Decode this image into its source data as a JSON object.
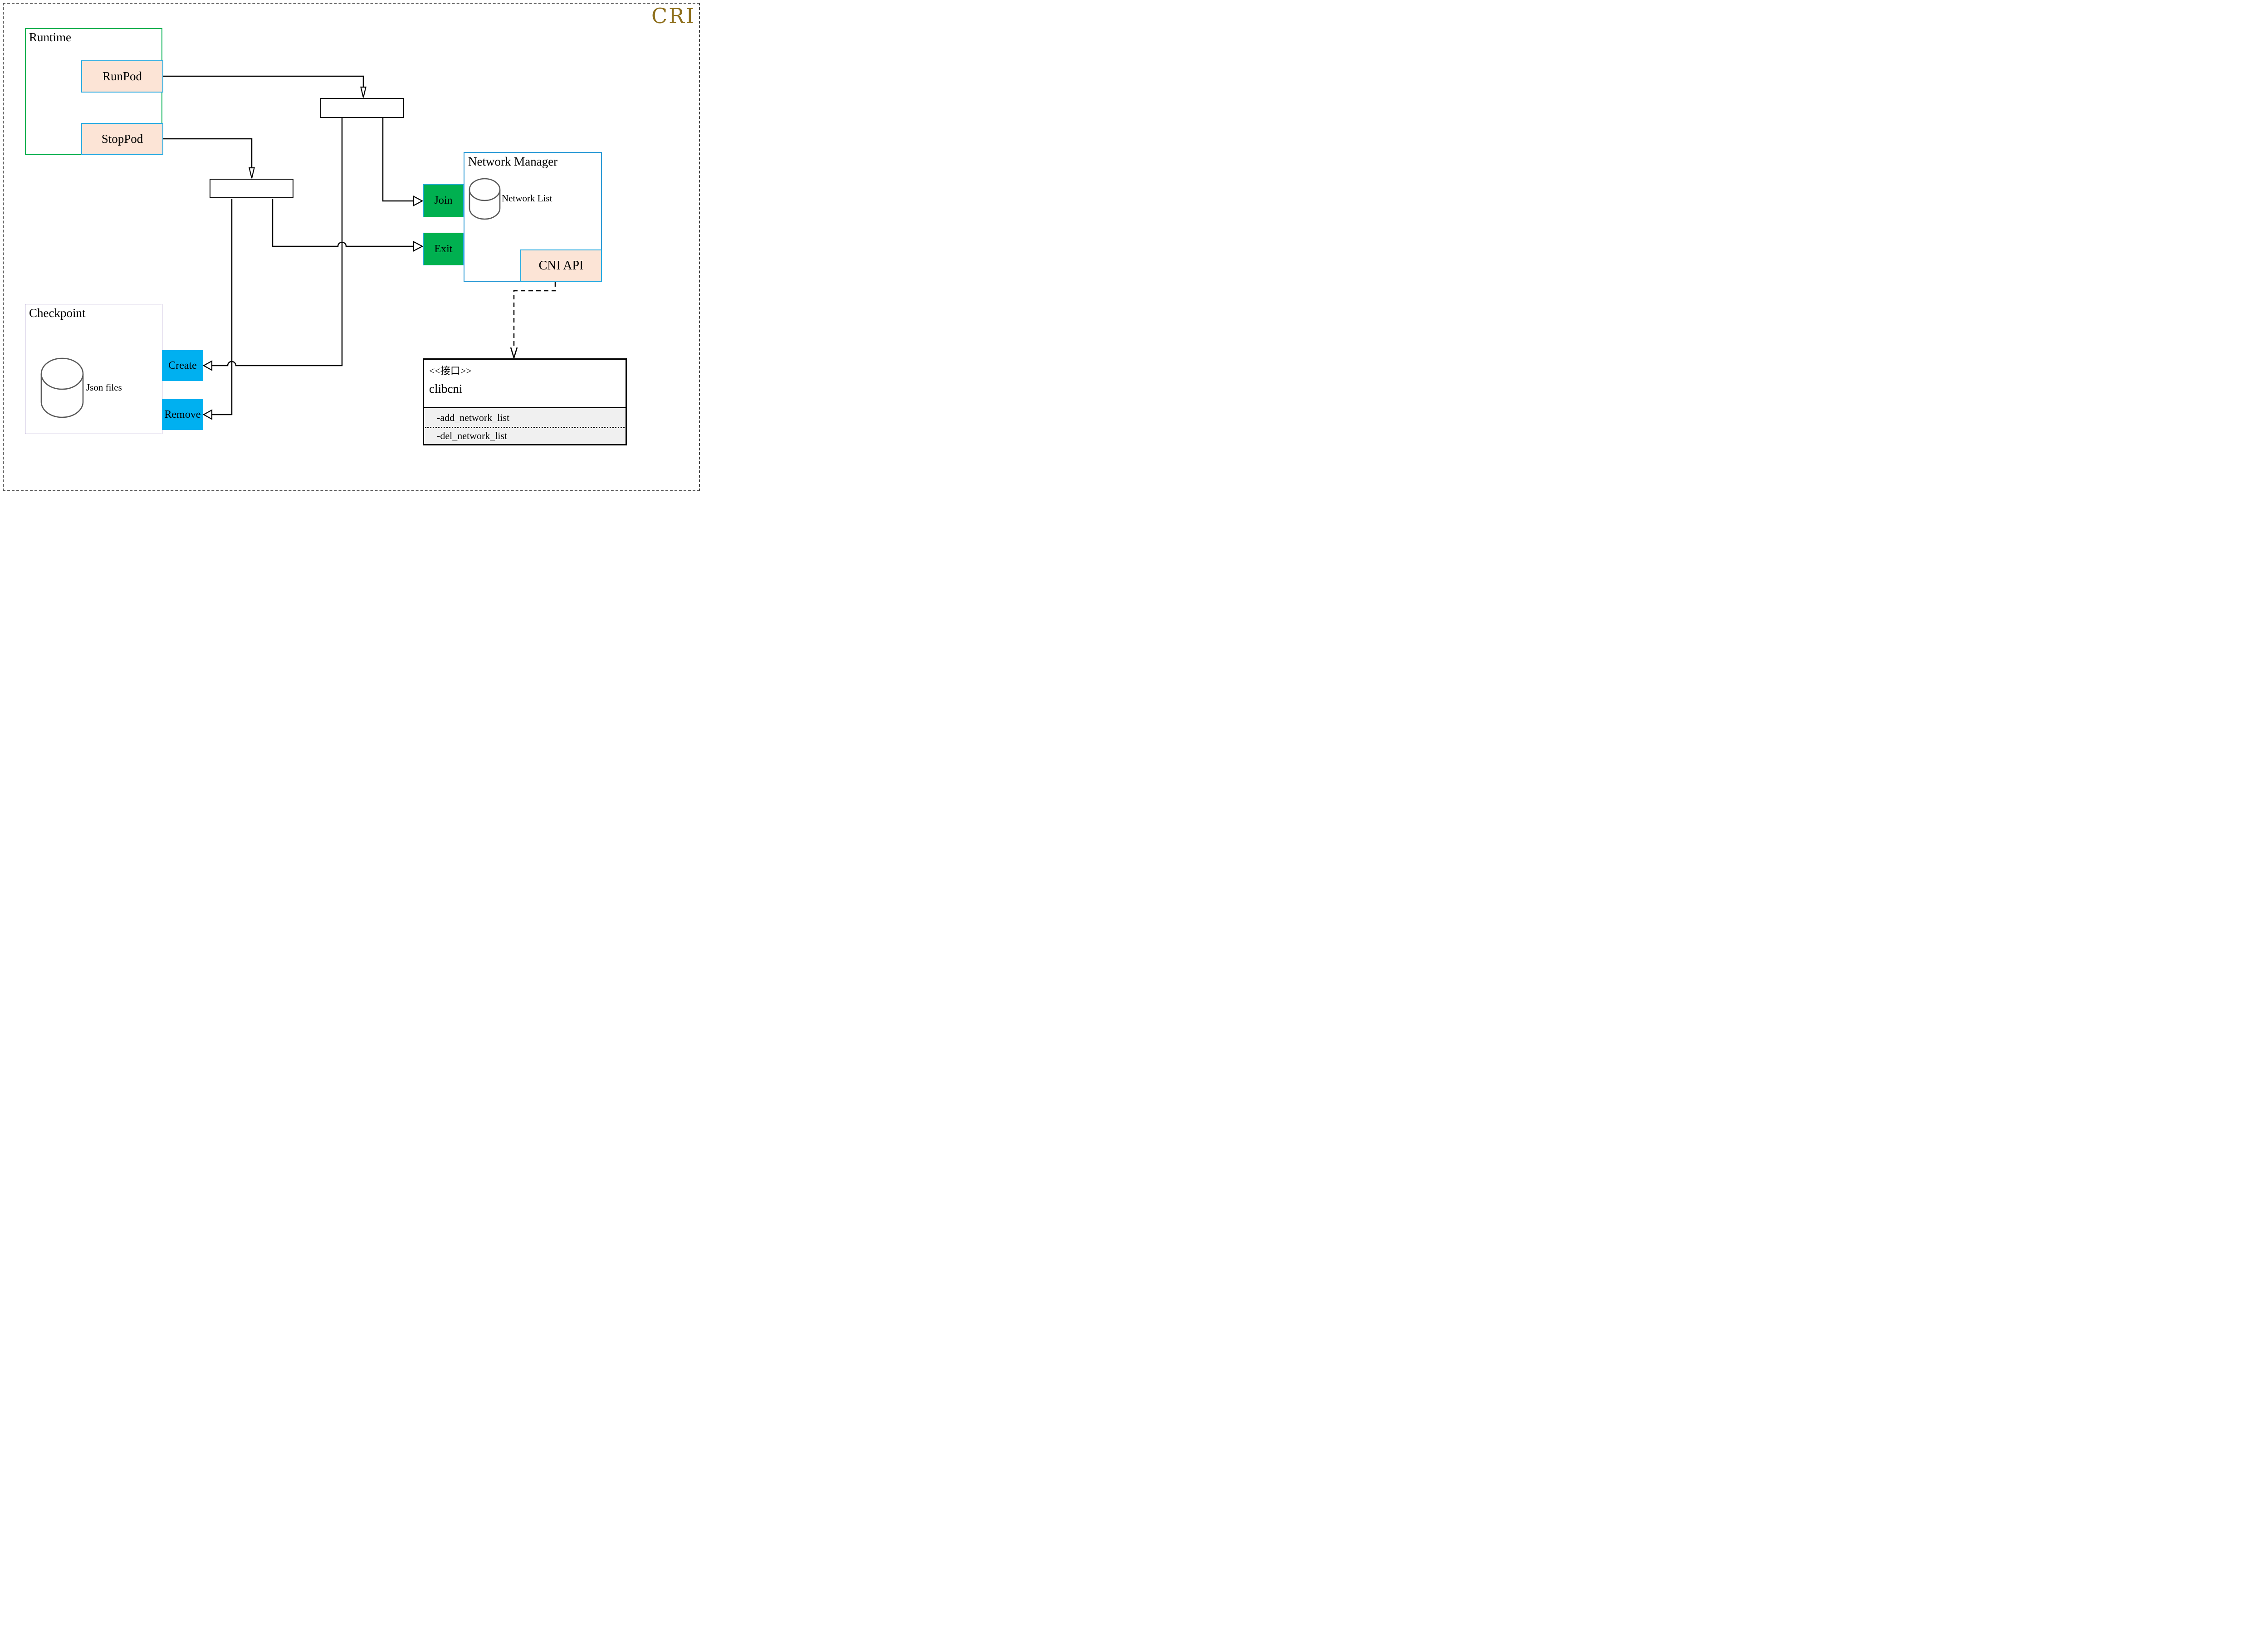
{
  "page": {
    "title": "CRI"
  },
  "colors": {
    "title_gold": "#8E6F1C",
    "runtime_border_green": "#00B050",
    "endpoint_fill_green": "#00B050",
    "action_fill_cyan": "#00B0F0",
    "peach_fill": "#FCE4D6",
    "peach_border_cyan": "#29ABE2",
    "network_manager_border_blue": "#2E9BD6",
    "checkpoint_border_purple": "#9683BE",
    "database_gray": "#595959",
    "interface_section_gray": "#F0F0F0"
  },
  "runtime": {
    "title": "Runtime",
    "run_pod": "RunPod",
    "stop_pod": "StopPod"
  },
  "checkpoint": {
    "title": "Checkpoint",
    "database_label": "Json files",
    "create": "Create",
    "remove": "Remove"
  },
  "network_manager": {
    "title": "Network Manager",
    "database_label": "Network List",
    "join": "Join",
    "exit": "Exit",
    "cni_api": "CNI API"
  },
  "interface_box": {
    "stereotype": "<<接口>>",
    "name": "clibcni",
    "method_add": "-add_network_list",
    "method_del": "-del_network_list"
  }
}
